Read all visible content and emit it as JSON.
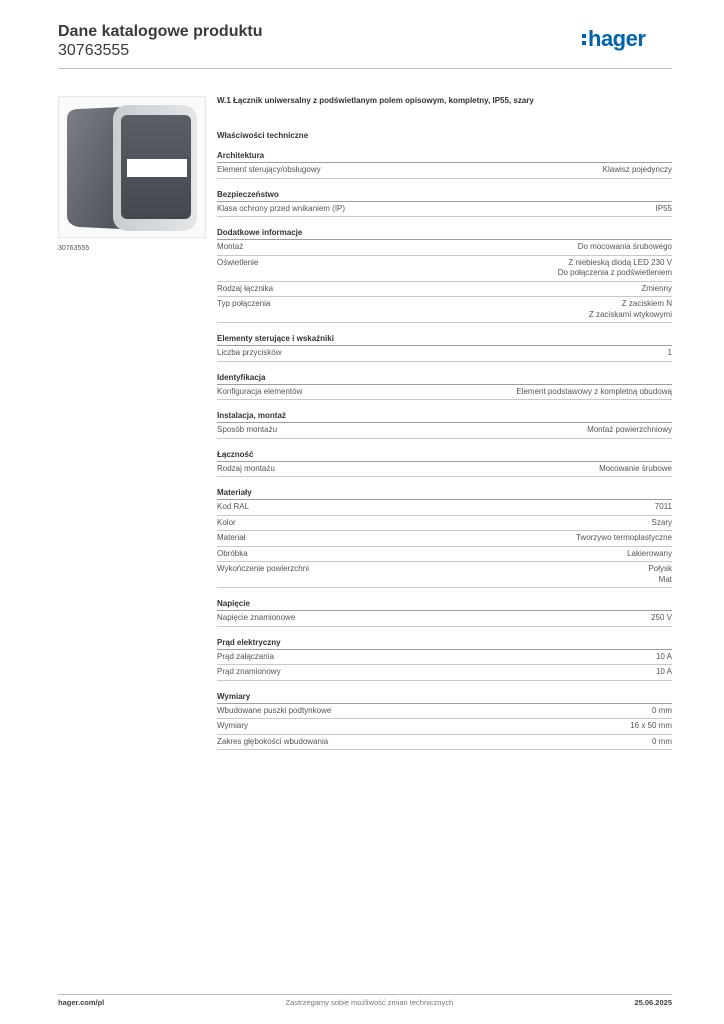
{
  "header": {
    "title": "Dane katalogowe produktu",
    "number": "30763555",
    "logo": "hager",
    "logo_color": "#0064ad"
  },
  "image": {
    "caption": "30763555"
  },
  "product": {
    "title": "W.1 Łącznik uniwersalny z podświetlanym polem opisowym, kompletny, IP55, szary"
  },
  "section_title": "Właściwości techniczne",
  "groups": [
    {
      "heading": "Architektura",
      "rows": [
        {
          "label": "Element sterujący/obsługowy",
          "values": [
            "Klawisz pojedynczy"
          ]
        }
      ]
    },
    {
      "heading": "Bezpieczeństwo",
      "rows": [
        {
          "label": "Klasa ochrony przed wnikaniem (IP)",
          "values": [
            "IP55"
          ]
        }
      ]
    },
    {
      "heading": "Dodatkowe informacje",
      "rows": [
        {
          "label": "Montaż",
          "values": [
            "Do mocowania śrubowego"
          ]
        },
        {
          "label": "Oświetlenie",
          "values": [
            "Z niebieską diodą LED 230 V",
            "Do połączenia z podświetleniem"
          ]
        },
        {
          "label": "Rodzaj łącznika",
          "values": [
            "Zmienny"
          ]
        },
        {
          "label": "Typ połączenia",
          "values": [
            "Z zaciskiem N",
            "Z  zaciskami wtykowymi"
          ]
        }
      ]
    },
    {
      "heading": "Elementy sterujące i wskaźniki",
      "rows": [
        {
          "label": "Liczba przycisków",
          "values": [
            "1"
          ]
        }
      ]
    },
    {
      "heading": "Identyfikacja",
      "rows": [
        {
          "label": "Konfiguracja elementów",
          "values": [
            "Element podstawowy z kompletną obudową"
          ]
        }
      ]
    },
    {
      "heading": "Instalacja, montaż",
      "rows": [
        {
          "label": "Sposób montażu",
          "values": [
            "Montaż powierzchniowy"
          ]
        }
      ]
    },
    {
      "heading": "Łączność",
      "rows": [
        {
          "label": "Rodzaj montażu",
          "values": [
            "Mocowanie śrubowe"
          ]
        }
      ]
    },
    {
      "heading": "Materiały",
      "rows": [
        {
          "label": "Kod RAL",
          "values": [
            "7011"
          ]
        },
        {
          "label": "Kolor",
          "values": [
            "Szary"
          ]
        },
        {
          "label": "Materiał",
          "values": [
            "Tworzywo termoplastyczne"
          ]
        },
        {
          "label": "Obróbka",
          "values": [
            "Lakierowany"
          ]
        },
        {
          "label": "Wykończenie powierzchni",
          "values": [
            "Połysk",
            "Mat"
          ]
        }
      ]
    },
    {
      "heading": "Napięcie",
      "rows": [
        {
          "label": "Napięcie znamionowe",
          "values": [
            "250 V"
          ]
        }
      ]
    },
    {
      "heading": "Prąd elektryczny",
      "rows": [
        {
          "label": "Prąd załączania",
          "values": [
            "10 A"
          ]
        },
        {
          "label": "Prąd znamionowy",
          "values": [
            "10 A"
          ]
        }
      ]
    },
    {
      "heading": "Wymiary",
      "rows": [
        {
          "label": "Wbudowane puszki podtynkowe",
          "values": [
            "0 mm"
          ]
        },
        {
          "label": "Wymiary",
          "values": [
            "16 x 50 mm"
          ]
        },
        {
          "label": "Zakres głębokości wbudowania",
          "values": [
            "0 mm"
          ]
        }
      ]
    }
  ],
  "footer": {
    "left": "hager.com/pl",
    "center": "Zastrzegamy sobie możliwość zmian technicznych",
    "right": "25.06.2025"
  }
}
